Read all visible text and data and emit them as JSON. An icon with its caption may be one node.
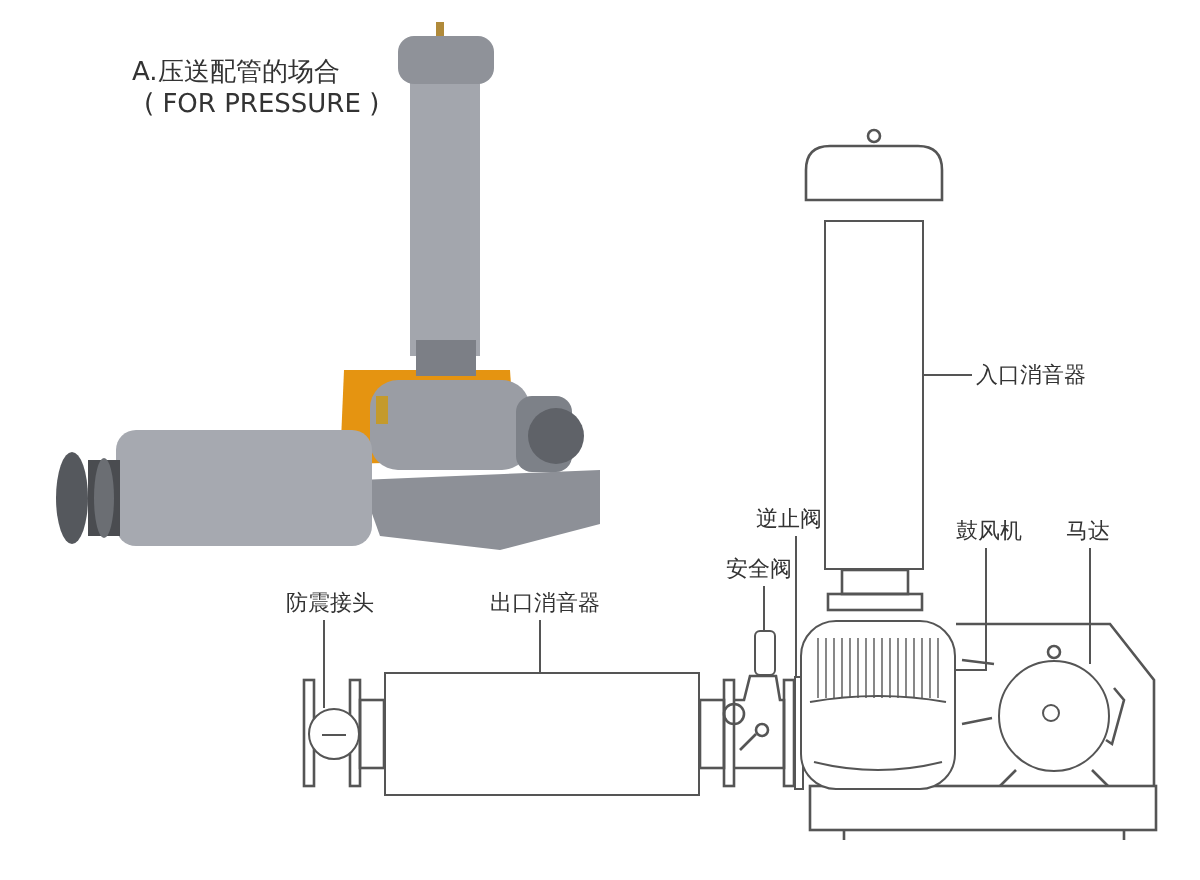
{
  "diagram": {
    "nodes": [
      {
        "text": [
          "入口消音器"
        ]
      },
      {
        "text": [],
        "shape": "box"
      },
      {
        "text": [
          "逆止阀"
        ]
      },
      {
        "text": [],
        "shape": "box"
      },
      {
        "text": [
          "鼓风机"
        ]
      },
      {
        "text": [],
        "shape": "box"
      },
      {
        "text": [
          "马达"
        ]
      },
      {
        "text": [],
        "shape": "circle"
      },
      {
        "text": [
          "安全阀"
        ]
      },
      {
        "text": [],
        "shape": "box"
      },
      {
        "text": [
          "防震接头"
        ]
      },
      {
        "text": [],
        "shape": "circle"
      },
      {
        "text": [
          "出口消音器"
        ]
      },
      {
        "text": [],
        "shape": "box"
      }
    ],
    "edges": [
      {
        "from": 0,
        "to": 1,
        "arrow": "none"
      },
      {
        "from": 2,
        "to": 3,
        "arrow": "none"
      },
      {
        "from": 4,
        "to": 5,
        "arrow": "none"
      },
      {
        "from": 6,
        "to": 7,
        "arrow": "none"
      },
      {
        "from": 8,
        "to": 9,
        "arrow": "none"
      },
      {
        "from": 10,
        "to": 11,
        "arrow": "none"
      },
      {
        "from": 12,
        "to": 13,
        "arrow": "none"
      }
    ],
    "labels": [
      "A.压送配管的场合",
      "( FOR PRESSURE )"
    ]
  }
}
